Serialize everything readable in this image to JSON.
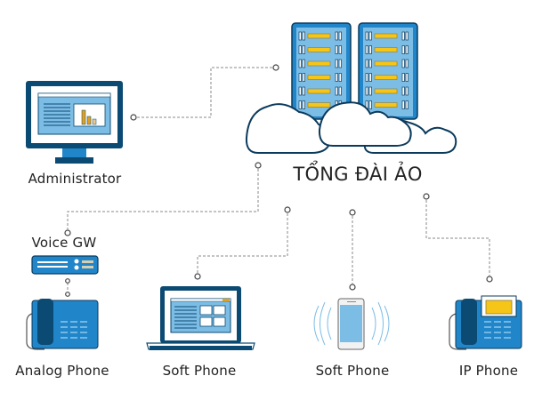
{
  "title": "TỔNG ĐÀI ẢO",
  "nodes": {
    "administrator": {
      "label": "Administrator",
      "icon": "desktop-monitor-icon"
    },
    "voice_gw": {
      "label": "Voice GW",
      "icon": "voice-gateway-icon"
    },
    "analog_phone": {
      "label": "Analog Phone",
      "icon": "desk-phone-icon"
    },
    "soft_phone_laptop": {
      "label": "Soft Phone",
      "icon": "laptop-icon"
    },
    "soft_phone_mobile": {
      "label": "Soft Phone",
      "icon": "smartphone-icon"
    },
    "ip_phone": {
      "label": "IP Phone",
      "icon": "ip-phone-icon"
    }
  },
  "hub": {
    "icon": "cloud-servers-icon"
  },
  "colors": {
    "dark_blue": "#0b4a72",
    "mid_blue": "#2186c9",
    "light_blue": "#7cbde6",
    "yellow": "#f5c518",
    "connector": "#8a8a8a"
  }
}
